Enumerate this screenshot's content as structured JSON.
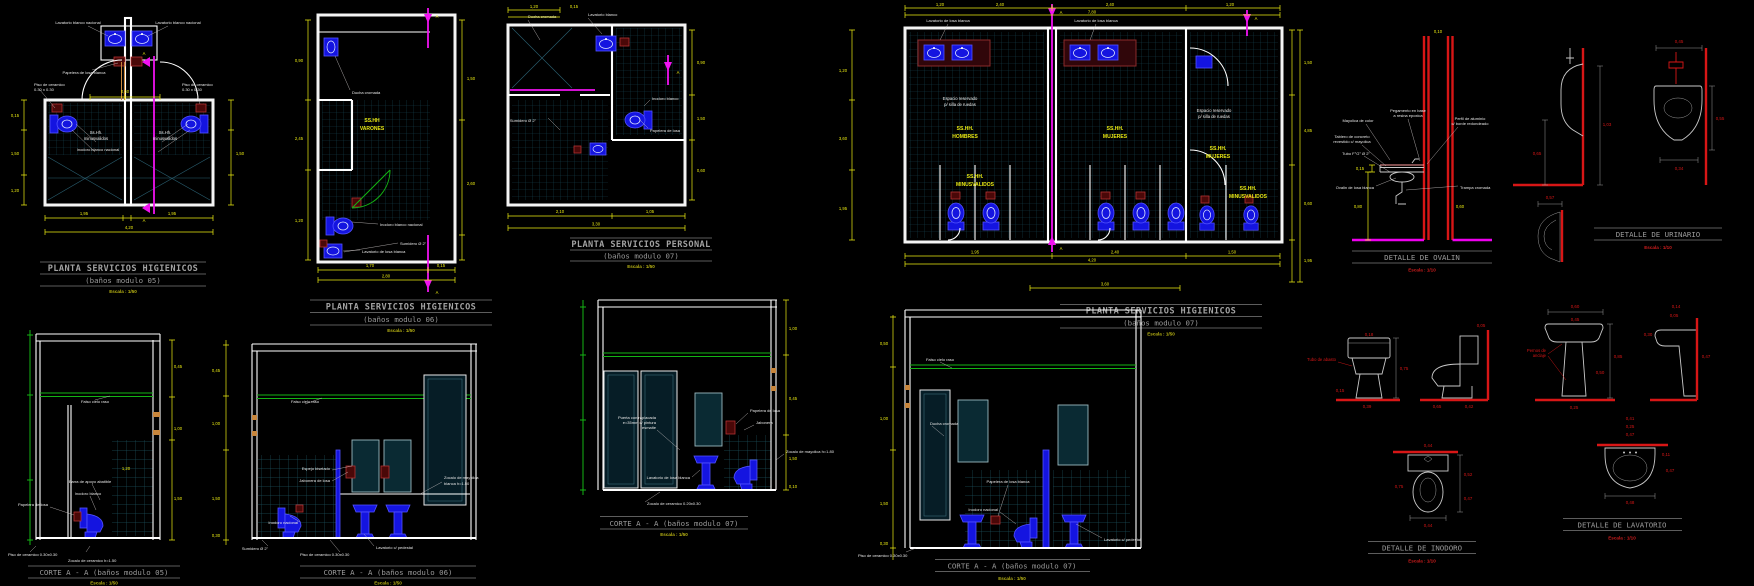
{
  "sheet": {
    "background": "#000000"
  },
  "colors": {
    "wall": "#ffffff",
    "dimension": "#eded12",
    "fixture_blue": "#1414e0",
    "cut_magenta": "#f012f0",
    "accessory_maroon": "#4a0808",
    "detail_red": "#d81616",
    "ceiling_green": "#14b414",
    "tile_teal": "#15424e",
    "title_gray": "#a2a2a2",
    "door_tan": "#c8863c"
  },
  "plans": {
    "p05": {
      "title": "PLANTA SERVICIOS HIGIENICOS",
      "subtitle": "(baños modulo 05)",
      "scale": "Escala : 1/50",
      "cut": "A",
      "room1": "Ss.Hh.",
      "room2": "minusvalidos",
      "lbl_lav": "Lavatorio blanco nacional",
      "lbl_pap": "Papelera de losa blanca",
      "lbl_piso1": "Piso de ceramico",
      "lbl_piso2": "0.30 x 0.30",
      "lbl_ino": "Inodoro blanco nacional",
      "dims": [
        "0,60",
        "0,15",
        "1,50",
        "1,20",
        "1,95",
        "1,95",
        "4,20"
      ]
    },
    "p06": {
      "title": "PLANTA SERVICIOS HIGIENICOS",
      "subtitle": "(baños modulo 06)",
      "scale": "Escala : 1/50",
      "cut": "A",
      "room1": "SS.HH",
      "room2": "VARONES",
      "lbl_ino": "Inodoro blanco nacional",
      "lbl_lav": "Lavatorio de losa blanca",
      "lbl_sum": "Sumidero Ø 2\"",
      "lbl_ducha": "Ducha cromada",
      "dims": [
        "0,90",
        "2,45",
        "1,20",
        "1,50",
        "2,60",
        "1,70",
        "2,80",
        "0,15"
      ]
    },
    "p07": {
      "title": "PLANTA SERVICIOS PERSONAL",
      "subtitle": "(baños modulo 07)",
      "scale": "Escala : 1/50",
      "cut": "A",
      "lbl_ducha": "Ducha cromada",
      "lbl_lav": "Lavatorio blanco",
      "lbl_ino": "Inodoro blanco",
      "lbl_sum": "Sumidero Ø 2\"",
      "lbl_pap": "Papelera de losa",
      "dims": [
        "1,20",
        "0,15",
        "0,90",
        "1,50",
        "0,60",
        "2,10",
        "1,05",
        "3,30"
      ]
    },
    "p07b": {
      "title": "PLANTA SERVICIOS HIGIENICOS",
      "subtitle": "(baños modulo 07)",
      "scale": "Escala : 1/50",
      "cut": "A",
      "room_h1": "SS.HH.",
      "room_h2": "HOMBRES",
      "room_m1": "SS.HH.",
      "room_m2": "MUJERES",
      "room_w1": "SS.HH.",
      "room_w2": "MUJERES",
      "room_d1": "SS.HH.",
      "room_d2": "MINUSVALIDOS",
      "lbl_esp1": "Espacio reservado",
      "lbl_esp2": "p/ silla de ruedas",
      "lbl_lav": "Lavatorio de losa blanca",
      "dims": [
        "1,20",
        "2,40",
        "2,40",
        "1,20",
        "7,80",
        "3,60",
        "1,95",
        "1,50",
        "4,85",
        "0,60",
        "1,95",
        "2,40",
        "4,20",
        "1,50"
      ]
    }
  },
  "sections": {
    "s05": {
      "title": "CORTE A - A  (baños modulo 05)",
      "scale": "Escala : 1/50",
      "lbl_cielo": "Falso cielo raso",
      "lbl_barra": "Barra de apoyo abatible",
      "lbl_ino": "Inodoro blanco",
      "lbl_pap": "Papelera de losa",
      "lbl_piso": "Piso de ceramico 0.30x0.30",
      "lbl_zoc": "Zocalo de ceramico h=1.50",
      "dims": [
        "0,45",
        "1,00",
        "1,50",
        "2,95",
        "1,20"
      ]
    },
    "s06": {
      "title": "CORTE A - A  (baños modulo 06)",
      "scale": "Escala : 1/50",
      "lbl_cielo": "Falso cielo raso",
      "lbl_esp": "Espejo biselado",
      "lbl_jab": "Jabonera de losa",
      "lbl_ino": "Inodoro nacional",
      "lbl_lav": "Lavatorio c/ pedestal",
      "lbl_zoc1": "Zocalo de mayolica",
      "lbl_zoc2": "blanca h=1.50",
      "lbl_piso": "Piso de ceramico 0.30x0.30",
      "lbl_sum": "Sumidero Ø 2\"",
      "dims": [
        "0,45",
        "1,00",
        "1,50",
        "0,30"
      ]
    },
    "s07": {
      "title": "CORTE A - A  (baños modulo 07)",
      "scale": "Escala : 1/50",
      "lbl_p1": "Puerta contraplacada",
      "lbl_p2": "e=35mm c/ pintura",
      "lbl_p3": "esmalte",
      "lbl_lav": "Lavatorio de losa blanca",
      "lbl_pap": "Papelera de losa",
      "lbl_jab": "Jabonera",
      "lbl_zoc": "Zocalo de mayolica h=1.80",
      "lbl_piso": "Zocalo de ceramico 0.20x0.30",
      "dims": [
        "1,00",
        "0,45",
        "1,50",
        "0,10"
      ]
    },
    "s07b": {
      "title": "CORTE A - A  (baños modulo 07)",
      "scale": "Escala : 1/50",
      "lbl_cielo": "Falso cielo raso",
      "lbl_ducha": "Ducha cromada",
      "lbl_pap": "Papelera de losa blanca",
      "lbl_ino": "Inodoro nacional",
      "lbl_lav": "Lavatorio c/ pedestal",
      "lbl_piso": "Piso de ceramico 0.30x0.30",
      "dims": [
        "0,50",
        "1,00",
        "1,50",
        "0,30"
      ]
    }
  },
  "details": {
    "ovalin": {
      "title": "DETALLE DE OVALIN",
      "scale": "Escala : 1/10",
      "l1": "Mayolica de color",
      "l2a": "Tablero de concreto",
      "l2b": "revestido c/ mayolica",
      "l3": "Tubo F°G° Ø 2\"",
      "l4a": "Pegamento en base",
      "l4b": "a resina epoxica",
      "l5a": "Perfil de aluminio",
      "l5b": "c/ borde redondeado",
      "l6": "Ovalin de losa blanca",
      "l7": "Trampa cromada",
      "dims": [
        "0,15",
        "0,80",
        "0,60",
        "0,10"
      ]
    },
    "urinario": {
      "title": "DETALLE DE URINARIO",
      "scale": "Escala : 1/10",
      "dims": [
        "0,45",
        "1,03",
        "0,65",
        "0,55",
        "0,34",
        "0,57"
      ]
    },
    "inodoro": {
      "title": "DETALLE DE INODORO",
      "scale": "Escala : 1/10",
      "lbl_tubo": "Tubo de abasto",
      "dims": [
        "0,18",
        "0,75",
        "0,15",
        "0,39",
        "0,05",
        "0,65",
        "0,42",
        "0,44",
        "0,52",
        "0,47",
        "0,75",
        "0,44"
      ]
    },
    "lavatorio": {
      "title": "DETALLE DE LAVATORIO",
      "scale": "Escala : 1/10",
      "lbl1": "Pernos de",
      "lbl2": "anclaje",
      "dims": [
        "0,60",
        "0,45",
        "0,85",
        "0,50",
        "0,25",
        "0,14",
        "0,05",
        "0,30",
        "0,47",
        "0,41",
        "0,25",
        "0,47",
        "0,11",
        "0,48"
      ]
    }
  }
}
